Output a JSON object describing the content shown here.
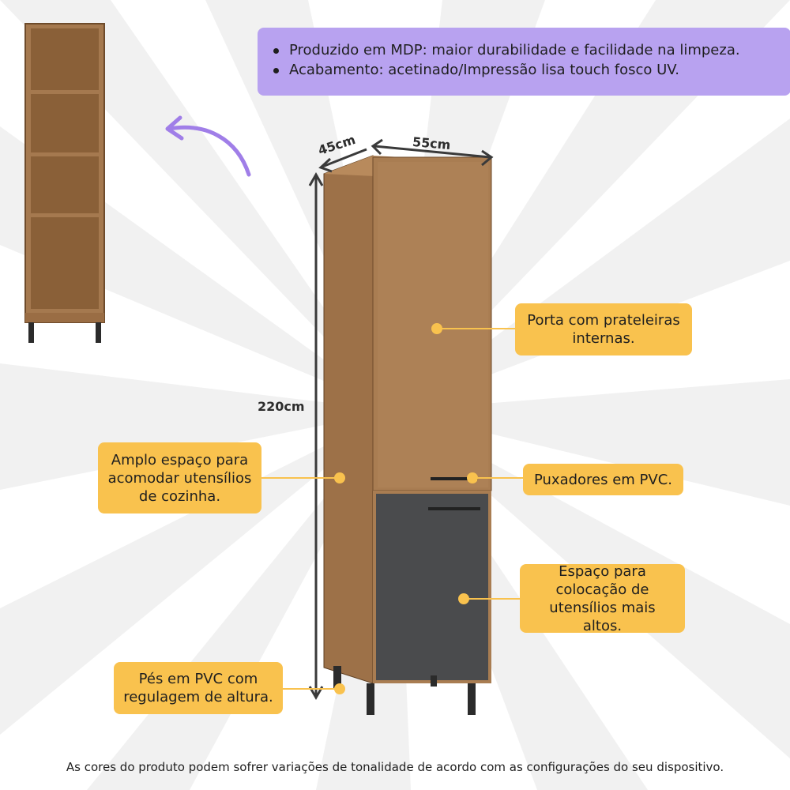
{
  "features": {
    "items": [
      "Produzido em MDP: maior durabilidade e facilidade na limpeza.",
      "Acabamento: acetinado/Impressão lisa touch fosco UV."
    ]
  },
  "dimensions": {
    "depth": "45cm",
    "width": "55cm",
    "height": "220cm"
  },
  "callouts": {
    "door_shelves": "Porta com prateleiras\ninternas.",
    "handles": "Puxadores em PVC.",
    "tall_space": "Espaço para\ncolocação de\nutensílios mais altos.",
    "wide_space": "Amplo espaço para\nacomodar utensílios\nde cozinha.",
    "feet": "Pés em PVC com\nregulagem de altura."
  },
  "footer": {
    "note": "As cores do produto podem sofrer variações de tonalidade de acordo com as configurações do seu dispositivo."
  },
  "colors": {
    "wood": "#a5794f",
    "wood_dark": "#8a6038",
    "graphite": "#4a4b4d",
    "purple": "#b8a2f0",
    "yellow": "#f9c24e"
  }
}
